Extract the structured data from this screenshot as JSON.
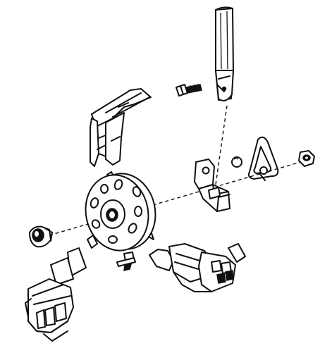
{
  "figure": {
    "background": "#ffffff",
    "ink": "#111111",
    "style": "exploded-assembly line drawing",
    "parts": [
      "rod",
      "screw-top",
      "upper-bracket",
      "clamp-block",
      "ball",
      "wire-clip",
      "nut",
      "rotor-disc",
      "knob",
      "screw-bottom",
      "left-housing",
      "right-housing"
    ]
  }
}
